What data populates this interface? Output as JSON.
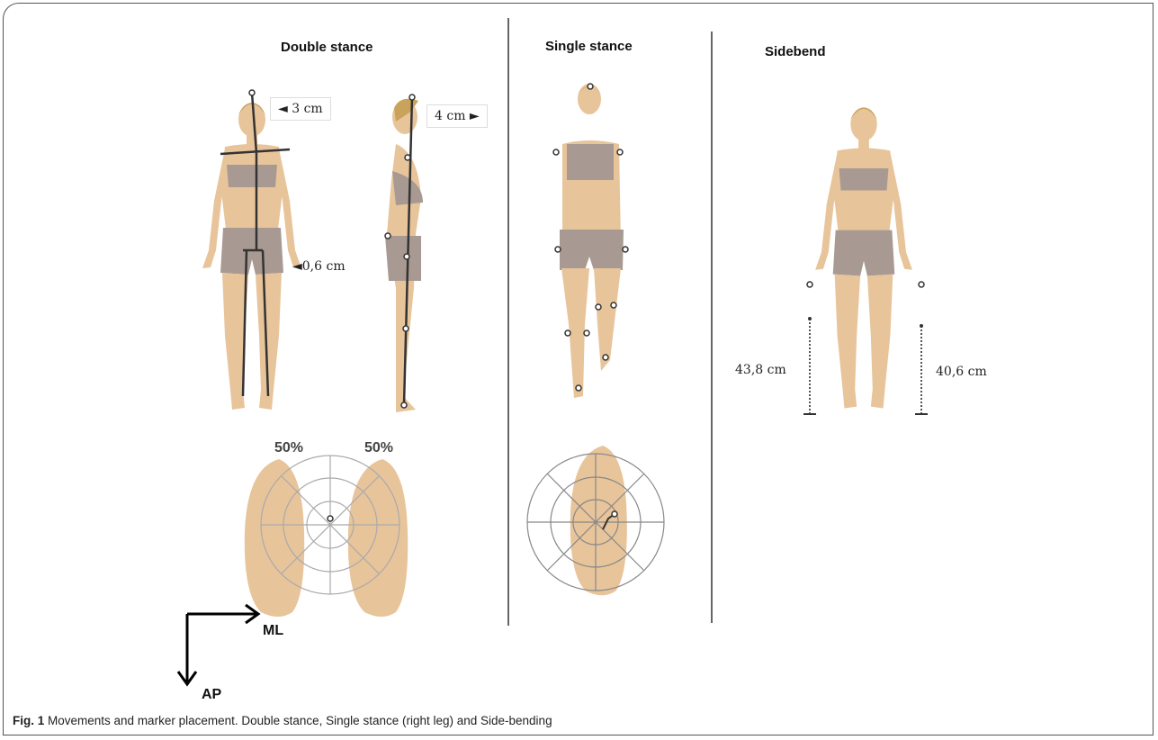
{
  "panels": {
    "double_stance": {
      "title": "Double stance",
      "front_label": "◄ 3 cm",
      "side_label": "4 cm ►",
      "pelvis_label": "◄0,6 cm",
      "left_pct": "50%",
      "right_pct": "50%"
    },
    "single_stance": {
      "title": "Single stance"
    },
    "sidebend": {
      "title": "Sidebend",
      "left_measure": "43,8 cm",
      "right_measure": "40,6 cm"
    }
  },
  "axes": {
    "ml_label": "ML",
    "ap_label": "AP"
  },
  "caption": {
    "fig_label": "Fig. 1",
    "text": " Movements and marker placement. Double stance, Single stance (right leg) and Side-bending"
  },
  "colors": {
    "skin": "#e8c49a",
    "clothes": "#a89a92",
    "hair": "#c9a35b",
    "line": "#333333"
  }
}
